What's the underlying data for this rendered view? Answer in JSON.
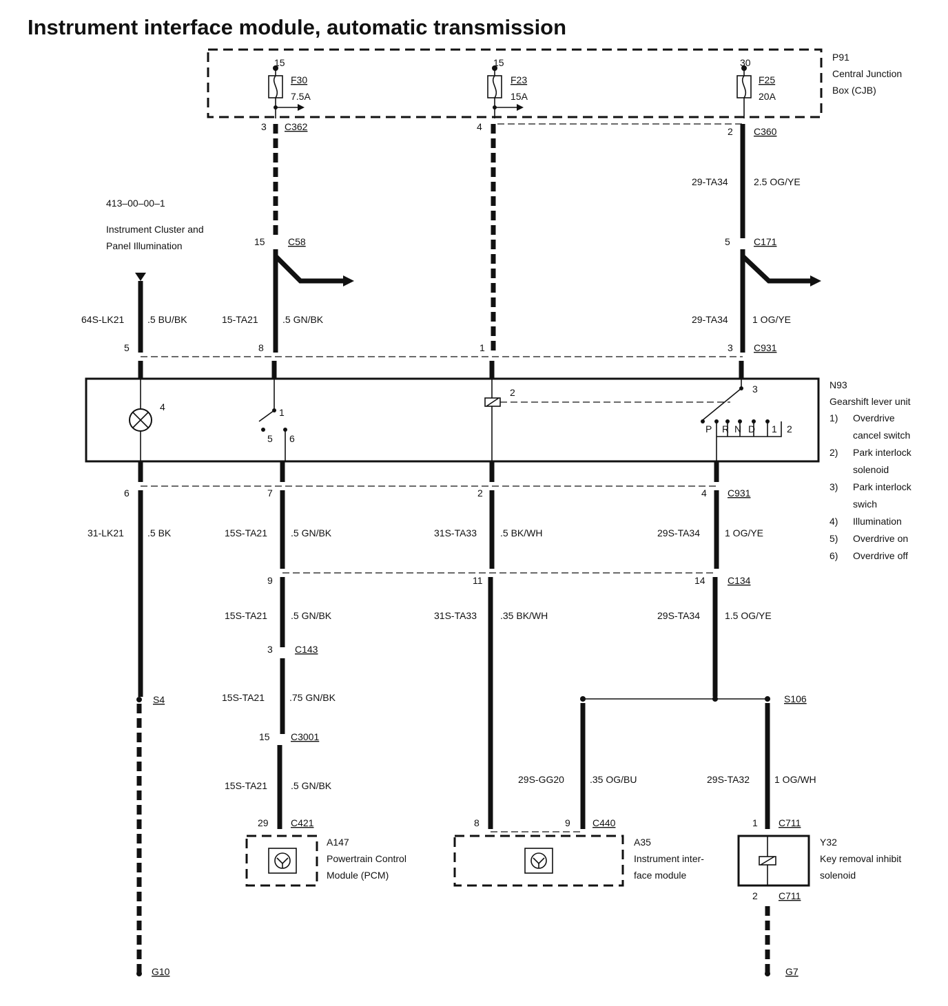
{
  "title": "Instrument interface module, automatic transmission",
  "cjb": {
    "id": "P91",
    "name_line1": "Central Junction",
    "name_line2": "Box (CJB)",
    "fuses": [
      {
        "terminal": "15",
        "id": "F30",
        "rating": "7.5A"
      },
      {
        "terminal": "15",
        "id": "F23",
        "rating": "15A"
      },
      {
        "terminal": "30",
        "id": "F25",
        "rating": "20A"
      }
    ]
  },
  "reference": {
    "code": "413–00–00–1",
    "line1": "Instrument Cluster and",
    "line2": "Panel Illumination"
  },
  "connectors": {
    "c362": {
      "pin": "3",
      "name": "C362"
    },
    "c362b": {
      "pin": "4"
    },
    "c360": {
      "pin": "2",
      "name": "C360"
    },
    "c58": {
      "pin": "15",
      "name": "C58"
    },
    "c171": {
      "pin": "5",
      "name": "C171"
    },
    "c931_top": {
      "pins": [
        "5",
        "8",
        "1",
        "3"
      ],
      "name": "C931"
    },
    "c931_bottom": {
      "pins": [
        "6",
        "7",
        "2",
        "4"
      ],
      "name": "C931"
    },
    "c134": {
      "pins": [
        "9",
        "11",
        "14"
      ],
      "name": "C134"
    },
    "c143": {
      "pin": "3",
      "name": "C143"
    },
    "c3001": {
      "pin": "15",
      "name": "C3001"
    },
    "c421": {
      "pin": "29",
      "name": "C421"
    },
    "c440": {
      "pins": [
        "8",
        "9"
      ],
      "name": "C440"
    },
    "c711_top": {
      "pin": "1",
      "name": "C711"
    },
    "c711_bottom": {
      "pin": "2",
      "name": "C711"
    }
  },
  "wires": {
    "w1": {
      "circuit": "29-TA34",
      "spec": "2.5 OG/YE"
    },
    "w2": {
      "circuit": "64S-LK21",
      "spec": ".5 BU/BK"
    },
    "w3": {
      "circuit": "15-TA21",
      "spec": ".5 GN/BK"
    },
    "w4": {
      "circuit": "29-TA34",
      "spec": "1 OG/YE"
    },
    "w5": {
      "circuit": "31-LK21",
      "spec": ".5 BK"
    },
    "w6": {
      "circuit": "15S-TA21",
      "spec": ".5 GN/BK"
    },
    "w7": {
      "circuit": "31S-TA33",
      "spec": ".5 BK/WH"
    },
    "w8": {
      "circuit": "29S-TA34",
      "spec": "1 OG/YE"
    },
    "w9": {
      "circuit": "15S-TA21",
      "spec": ".5 GN/BK"
    },
    "w10": {
      "circuit": "31S-TA33",
      "spec": ".35 BK/WH"
    },
    "w11": {
      "circuit": "29S-TA34",
      "spec": "1.5 OG/YE"
    },
    "w12": {
      "circuit": "15S-TA21",
      "spec": ".75 GN/BK"
    },
    "w13": {
      "circuit": "15S-TA21",
      "spec": ".5 GN/BK"
    },
    "w14": {
      "circuit": "29S-GG20",
      "spec": ".35 OG/BU"
    },
    "w15": {
      "circuit": "29S-TA32",
      "spec": "1 OG/WH"
    }
  },
  "gearshift": {
    "id": "N93",
    "name": "Gearshift lever unit",
    "legend": [
      {
        "num": "1)",
        "line1": "Overdrive",
        "line2": "cancel switch"
      },
      {
        "num": "2)",
        "line1": "Park interlock",
        "line2": "solenoid"
      },
      {
        "num": "3)",
        "line1": "Park interlock",
        "line2": "swich"
      },
      {
        "num": "4)",
        "line1": "Illumination",
        "line2": ""
      },
      {
        "num": "5)",
        "line1": "Overdrive on",
        "line2": ""
      },
      {
        "num": "6)",
        "line1": "Overdrive off",
        "line2": ""
      }
    ],
    "internal": {
      "lamp": "4",
      "switch1": "1",
      "switch5": "5",
      "switch6": "6",
      "solenoid": "2",
      "switch3": "3"
    },
    "positions": [
      "P",
      "R",
      "N",
      "D",
      "1",
      "2"
    ]
  },
  "splices": {
    "s4": "S4",
    "s106": "S106"
  },
  "grounds": {
    "g10": "G10",
    "g7": "G7"
  },
  "modules": {
    "pcm": {
      "id": "A147",
      "line1": "Powertrain Control",
      "line2": "Module (PCM)"
    },
    "iim": {
      "id": "A35",
      "line1": "Instrument inter-",
      "line2": "face module"
    },
    "solenoid": {
      "id": "Y32",
      "line1": "Key removal inhibit",
      "line2": "solenoid"
    }
  }
}
